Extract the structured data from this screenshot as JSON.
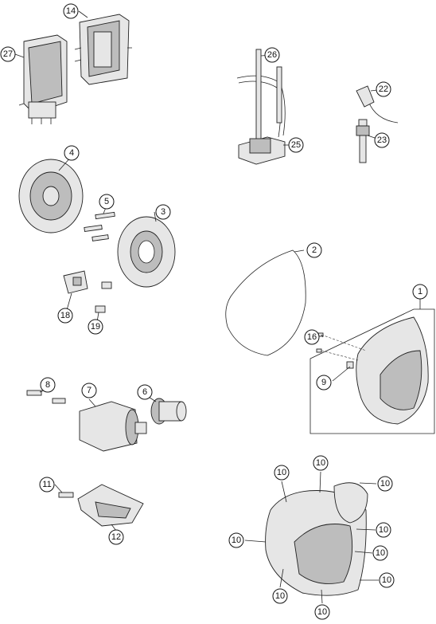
{
  "callouts": {
    "c1": "1",
    "c2": "2",
    "c3": "3",
    "c4": "4",
    "c5": "5",
    "c6": "6",
    "c7": "7",
    "c8": "8",
    "c9": "9",
    "c10": "10",
    "c11": "11",
    "c12": "12",
    "c14": "14",
    "c16": "16",
    "c18": "18",
    "c19": "19",
    "c22": "22",
    "c23": "23",
    "c25": "25",
    "c26": "26",
    "c27": "27"
  }
}
